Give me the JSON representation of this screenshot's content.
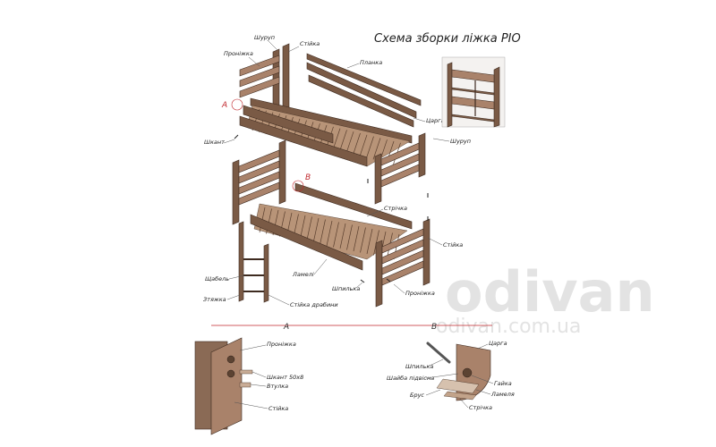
{
  "title": "Схема зборки ліжка РІО",
  "watermark": {
    "brand": "odivan",
    "site": "odivan.com.ua"
  },
  "markers": {
    "a": "A",
    "b": "B"
  },
  "section_labels": {
    "a": "A",
    "b": "B"
  },
  "labels": {
    "shurup_top": "Шуруп",
    "stiyka_top": "Стійка",
    "pronizhka_top": "Проніжка",
    "planka": "Планка",
    "tsarha": "Царга",
    "shurup_right": "Шуруп",
    "shkant": "Шкант",
    "strichka": "Стрічка",
    "stiyka_right": "Стійка",
    "lamel": "Ламелі",
    "shpylka": "Шпилька",
    "pronizhka_right": "Проніжка",
    "shchabel": "Щабель",
    "zyazhka": "Зтяжка",
    "stiyka_drabyny": "Стійка драбини"
  },
  "detail_a": {
    "pronizhka": "Проніжка",
    "shkant": "Шкант 50х8",
    "vtulka": "Втулка",
    "stiyka": "Стійка"
  },
  "detail_b": {
    "tsarha": "Царга",
    "shpylka": "Шпилька",
    "shaiba": "Шайба підвісна",
    "haika": "Гайка",
    "brus": "Брус",
    "lamel": "Ламеля",
    "strichka": "Стрічка"
  },
  "colors": {
    "wood": "#7a5a45",
    "wood_light": "#a9826a",
    "accent": "#c0282d",
    "watermark": "#e3e3e3"
  }
}
